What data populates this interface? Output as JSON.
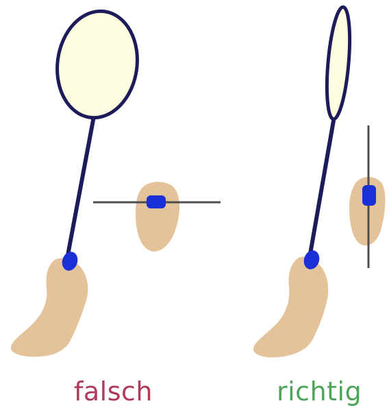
{
  "captions": {
    "wrong": "falsch",
    "right": "richtig"
  },
  "colors": {
    "wrong": "#b03a5b",
    "right": "#4ea45a",
    "skin": "#e4c29a",
    "frame": "#1c1c5a",
    "string_bed": "#fffde0",
    "finger_mark": "#1a2fd6",
    "reference_line": "#4d4d4d"
  },
  "panels": [
    {
      "id": "wrong",
      "description_icon": "badminton-racket-wrong-grip-icon"
    },
    {
      "id": "right",
      "description_icon": "badminton-racket-right-grip-icon"
    }
  ]
}
